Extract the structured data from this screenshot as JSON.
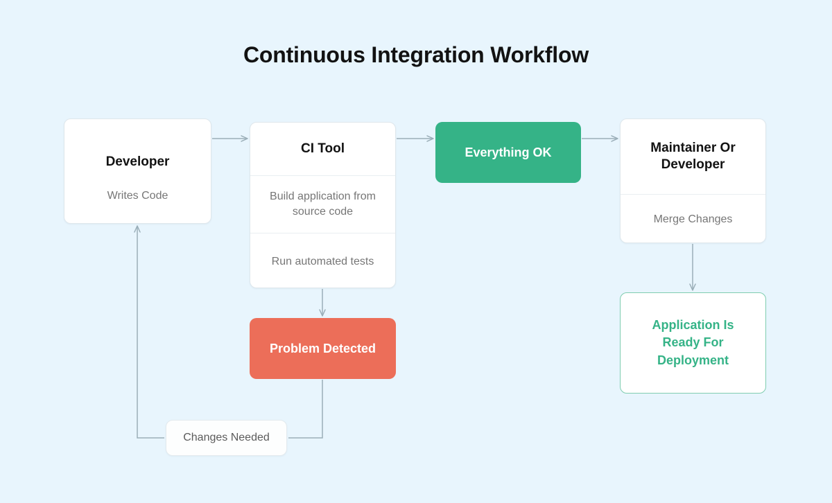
{
  "diagram": {
    "title": "Continuous Integration Workflow",
    "background_color": "#e8f5fd",
    "accent_green": "#35b387",
    "accent_red": "#ec6e59",
    "edge_color": "#9aaeb8",
    "title_color": "#121212",
    "muted_text_color": "#767676"
  },
  "nodes": {
    "developer": {
      "title": "Developer",
      "body": "Writes Code"
    },
    "ci_tool": {
      "title": "CI Tool",
      "body_1": "Build application from source code",
      "body_2": "Run automated tests"
    },
    "everything_ok": {
      "label": "Everything OK"
    },
    "maintainer": {
      "title": "Maintainer Or Developer",
      "body": "Merge Changes"
    },
    "problem_detected": {
      "label": "Problem Detected"
    },
    "application_ready": {
      "label": "Application Is Ready For Deployment"
    },
    "changes_needed": {
      "label": "Changes Needed"
    }
  },
  "edges": [
    {
      "id": "developer-to-ci-tool",
      "from": "developer",
      "to": "ci_tool",
      "label": ""
    },
    {
      "id": "ci-tool-to-everything-ok",
      "from": "ci_tool",
      "to": "everything_ok",
      "label": ""
    },
    {
      "id": "everything-ok-to-maintainer",
      "from": "everything_ok",
      "to": "maintainer",
      "label": ""
    },
    {
      "id": "ci-tool-to-problem-detected",
      "from": "ci_tool",
      "to": "problem_detected",
      "label": ""
    },
    {
      "id": "maintainer-to-application-ready",
      "from": "maintainer",
      "to": "application_ready",
      "label": ""
    },
    {
      "id": "problem-detected-to-developer",
      "from": "problem_detected",
      "to": "developer",
      "label": "Changes Needed"
    }
  ]
}
